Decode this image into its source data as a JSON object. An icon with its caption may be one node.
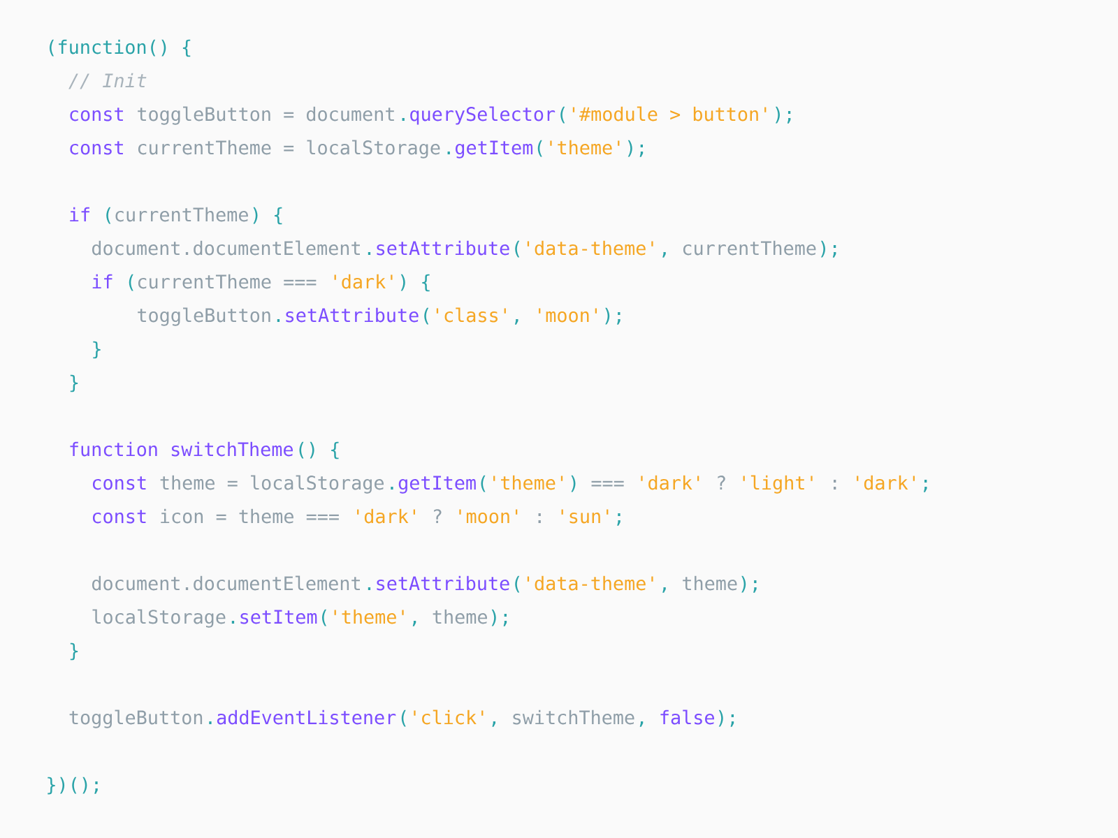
{
  "diagram": {
    "labels": [
      "(function() {",
      "// Init",
      "const",
      "toggleButton = document",
      ".",
      "querySelector",
      "(",
      "'#module > button'",
      ");",
      "const",
      "currentTheme = localStorage",
      ".",
      "getItem",
      "(",
      "'theme'",
      ");",
      "if",
      "(",
      "currentTheme",
      ") {",
      "document.documentElement",
      ".",
      "setAttribute",
      "(",
      "'data-theme'",
      ",",
      "currentTheme",
      ");",
      "if",
      "(",
      "currentTheme ===",
      "'dark'",
      ") {",
      "toggleButton",
      ".",
      "setAttribute",
      "(",
      "'class'",
      ",",
      "'moon'",
      ");",
      "}",
      "}",
      "function switchTheme",
      "() {",
      "const",
      "theme = localStorage",
      ".",
      "getItem",
      "(",
      "'theme'",
      ")",
      "===",
      "'dark'",
      "?",
      "'light'",
      ":",
      "'dark'",
      ";",
      "const",
      "icon = theme ===",
      "'dark'",
      "?",
      "'moon'",
      ":",
      "'sun'",
      ";",
      "document.documentElement",
      ".",
      "setAttribute",
      "(",
      "'data-theme'",
      ",",
      "theme",
      ");",
      "localStorage",
      ".",
      "setItem",
      "(",
      "'theme'",
      ",",
      "theme",
      ");",
      "}",
      "toggleButton",
      ".",
      "addEventListener",
      "(",
      "'click'",
      ",",
      "switchTheme",
      ",",
      "false",
      ");",
      "})();"
    ]
  }
}
